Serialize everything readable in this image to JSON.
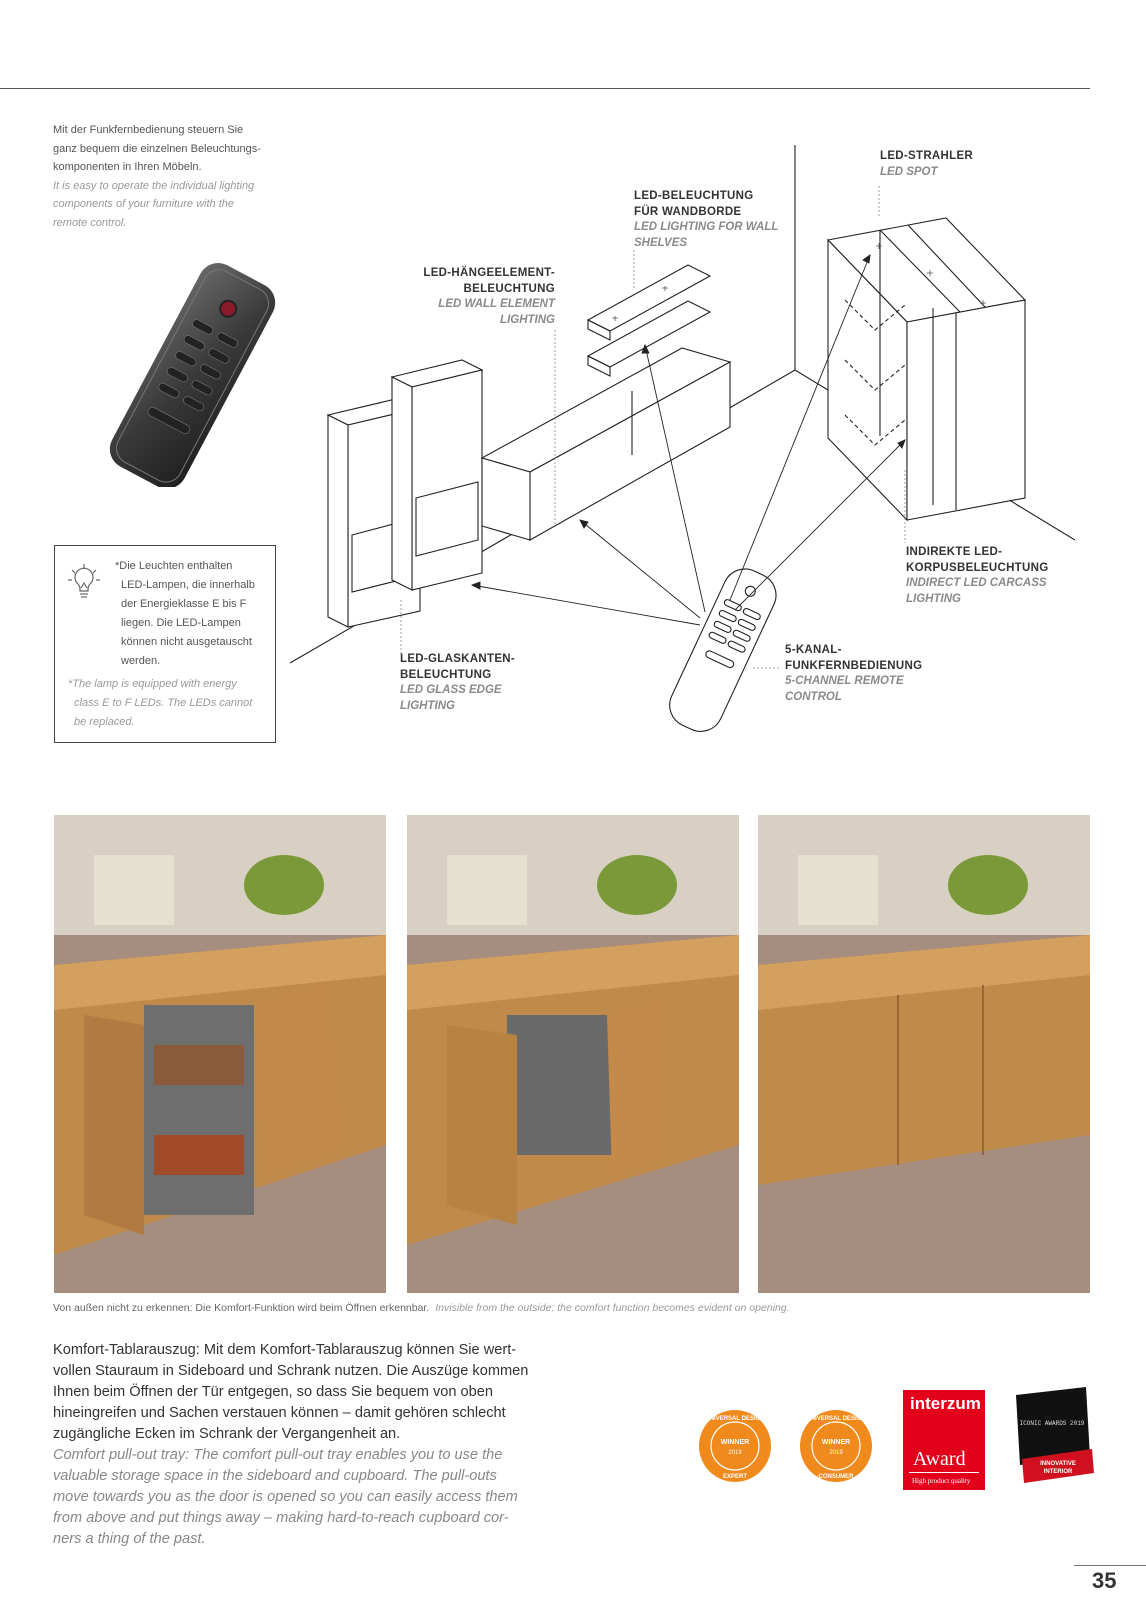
{
  "intro": {
    "de_lines": [
      "Mit der Funkfernbedienung steuern Sie",
      "ganz bequem die einzelnen Beleuchtungs-",
      "komponenten in Ihren Möbeln."
    ],
    "en_lines": [
      "It is easy to operate the individual lighting",
      "components of your furniture with the",
      "remote control."
    ]
  },
  "note": {
    "de_lines": [
      "*Die Leuchten enthalten",
      "LED-Lampen, die innerhalb",
      "der Energieklasse E bis F",
      "liegen. Die LED-Lampen",
      "können nicht ausgetauscht",
      "werden."
    ],
    "en_lines": [
      "*The lamp is equipped with energy",
      "class E to F LEDs. The LEDs cannot",
      "be replaced."
    ]
  },
  "labels": {
    "led_spot": {
      "de": [
        "LED-STRAHLER"
      ],
      "en": [
        "LED SPOT"
      ]
    },
    "wall_shelves": {
      "de": [
        "LED-BELEUCHTUNG",
        "FÜR WANDBORDE"
      ],
      "en": [
        "LED LIGHTING FOR WALL",
        "SHELVES"
      ]
    },
    "wall_element": {
      "de": [
        "LED-HÄNGEELEMENT-",
        "BELEUCHTUNG"
      ],
      "en": [
        "LED WALL ELEMENT",
        "LIGHTING"
      ]
    },
    "carcass": {
      "de": [
        "INDIREKTE LED-",
        "KORPUSBELEUCHTUNG"
      ],
      "en": [
        "INDIRECT LED CARCASS",
        "LIGHTING"
      ]
    },
    "remote": {
      "de": [
        "5-KANAL-",
        "FUNKFERNBEDIENUNG"
      ],
      "en": [
        "5-CHANNEL REMOTE",
        "CONTROL"
      ]
    },
    "glass_edge": {
      "de": [
        "LED-GLASKANTEN-",
        "BELEUCHTUNG"
      ],
      "en": [
        "LED GLASS EDGE",
        "LIGHTING"
      ]
    }
  },
  "caption": {
    "de": "Von außen nicht zu erkennen: Die Komfort-Funktion wird beim Öffnen erkennbar.",
    "en": "Invisible from the outside: the comfort function becomes evident on opening."
  },
  "body": {
    "de_lines": [
      "Komfort-Tablarauszug: Mit dem Komfort-Tablarauszug können Sie wert-",
      "vollen Stauraum in Sideboard und Schrank nutzen. Die Auszüge kommen",
      "Ihnen beim Öffnen der Tür entgegen, so dass Sie bequem von oben",
      "hineingreifen und Sachen verstauen können – damit gehören schlecht",
      "zugängliche Ecken im Schrank der Vergangenheit an."
    ],
    "en_lines": [
      "Comfort pull-out tray: The comfort pull-out tray enables you to use the",
      "valuable storage space in the sideboard and cupboard. The pull-outs",
      "move towards you as the door is opened so you can easily access them",
      "from above and put things away – making hard-to-reach cupboard cor-",
      "ners a thing of the past."
    ]
  },
  "awards": {
    "ud_expert": {
      "arc": "UNIVERSAL DESIGN",
      "mid": "WINNER",
      "year": "2019",
      "sub": "EXPERT"
    },
    "ud_consumer": {
      "arc": "UNIVERSAL DESIGN",
      "mid": "WINNER",
      "year": "2019",
      "sub": "CONSUMER"
    },
    "interzum": {
      "brand": "interzum",
      "word": "Award",
      "sub": "High product quality"
    },
    "iconic": {
      "letters": "ICONIC AWARDS 2019",
      "ribbon1": "INNOVATIVE",
      "ribbon2": "INTERIOR"
    }
  },
  "page_number": "35",
  "colors": {
    "badge_orange": "#f08a1c",
    "interzum_red": "#e2001a",
    "ribbon_red": "#d0101e"
  }
}
